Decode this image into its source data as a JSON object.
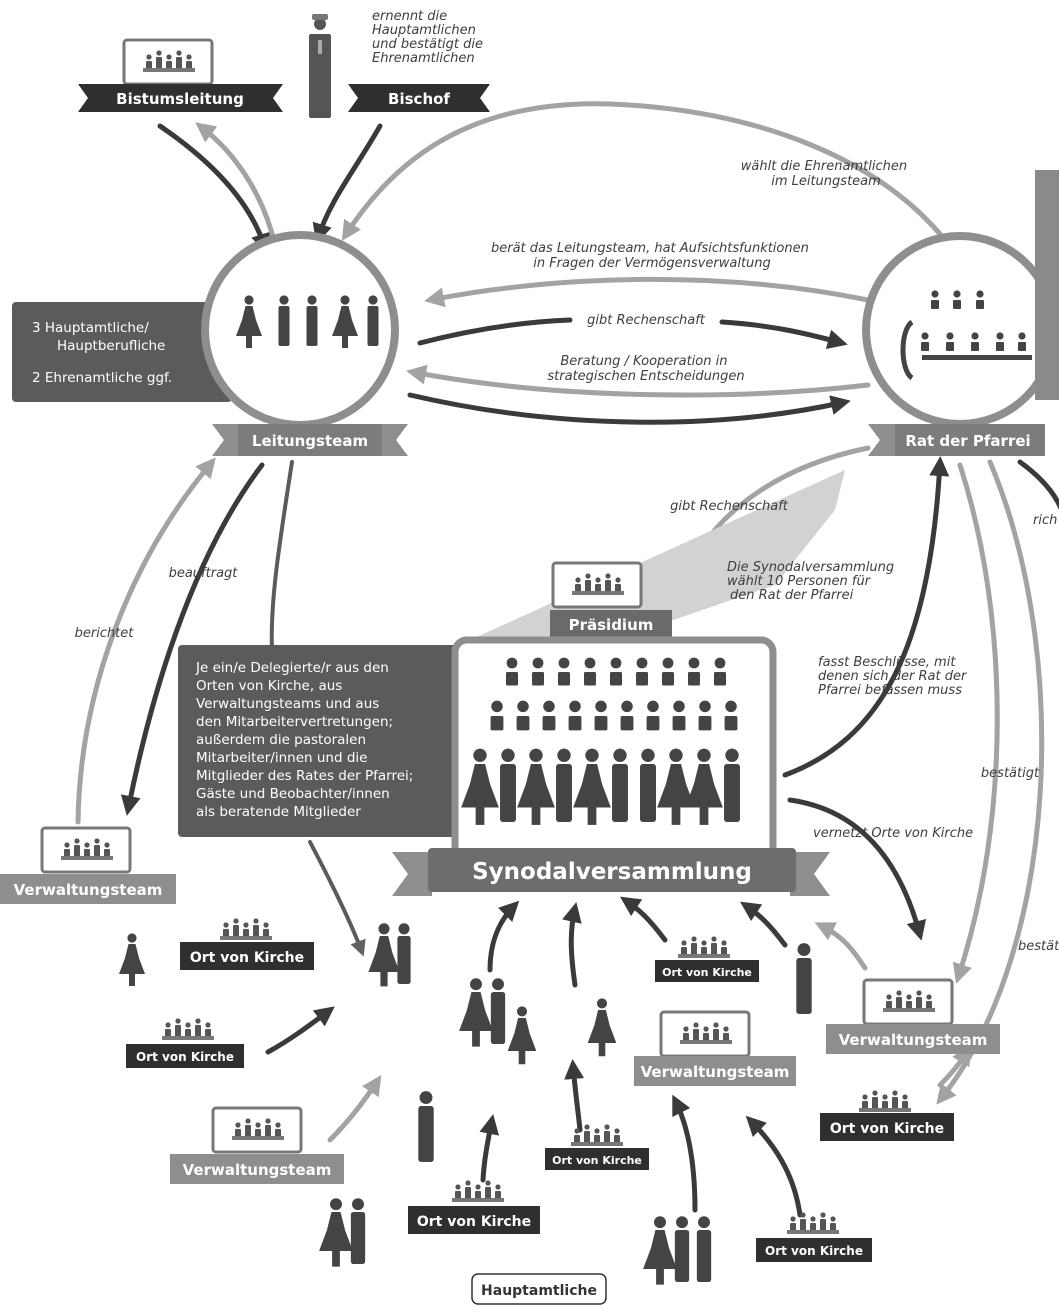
{
  "labels": {
    "bistumsleitung": "Bistumsleitung",
    "bischof": "Bischof",
    "leitungsteam": "Leitungsteam",
    "rat_der_pfarrei": "Rat der Pfarrei",
    "praesidium": "Präsidium",
    "synodalversammlung": "Synodalversammlung",
    "verwaltungsteam": "Verwaltungsteam",
    "ort_von_kirche": "Ort von Kirche",
    "hauptamtliche": "Hauptamtliche"
  },
  "leitungsteam_box": {
    "line1": "3  Hauptamtliche/",
    "line2": "Hauptberufliche",
    "line3": "2  Ehrenamtliche ggf."
  },
  "synodal_box": [
    "Je ein/e Delegierte/r aus den",
    "Orten von Kirche, aus",
    "Verwaltungsteams und aus",
    "den Mitarbeitervertretungen;",
    "außerdem die pastoralen",
    "Mitarbeiter/innen und die",
    "Mitglieder des Rates der Pfarrei;",
    "Gäste und Beobachter/innen",
    "als beratende Mitglieder"
  ],
  "annotations": {
    "bischof_note": [
      "ernennt die",
      "Hauptamtlichen",
      "und bestätigt die",
      "Ehrenamtlichen"
    ],
    "waehlt_ehrenamtliche": [
      "wählt die Ehrenamtlichen",
      "im Leitungsteam"
    ],
    "beraet": [
      "berät das Leitungsteam, hat Aufsichtsfunktionen",
      "in Fragen der Vermögensverwaltung"
    ],
    "gibt_rechenschaft_1": "gibt Rechenschaft",
    "beratung": [
      "Beratung / Kooperation in",
      "strategischen Entscheidungen"
    ],
    "gibt_rechenschaft_2": "gibt Rechenschaft",
    "beauftragt": "beauftragt",
    "berichtet": "berichtet",
    "synodal_waehlt": [
      "Die Synodalversammlung",
      "wählt 10 Personen für",
      "den Rat der Pfarrei"
    ],
    "fasst_beschluesse": [
      "fasst Beschlüsse, mit",
      "denen sich der Rat der",
      "Pfarrei befassen muss"
    ],
    "bestaetigt_1": "bestätigt",
    "bestaetigt_2": "bestät",
    "richtet": "rich",
    "vernetzt": "vernetzt Orte von Kirche"
  },
  "colors": {
    "dark": "#333333",
    "mid": "#5b5b5b",
    "light": "#8e8e8e",
    "lighter": "#a9a9a9",
    "pale": "#d2d2d2"
  }
}
